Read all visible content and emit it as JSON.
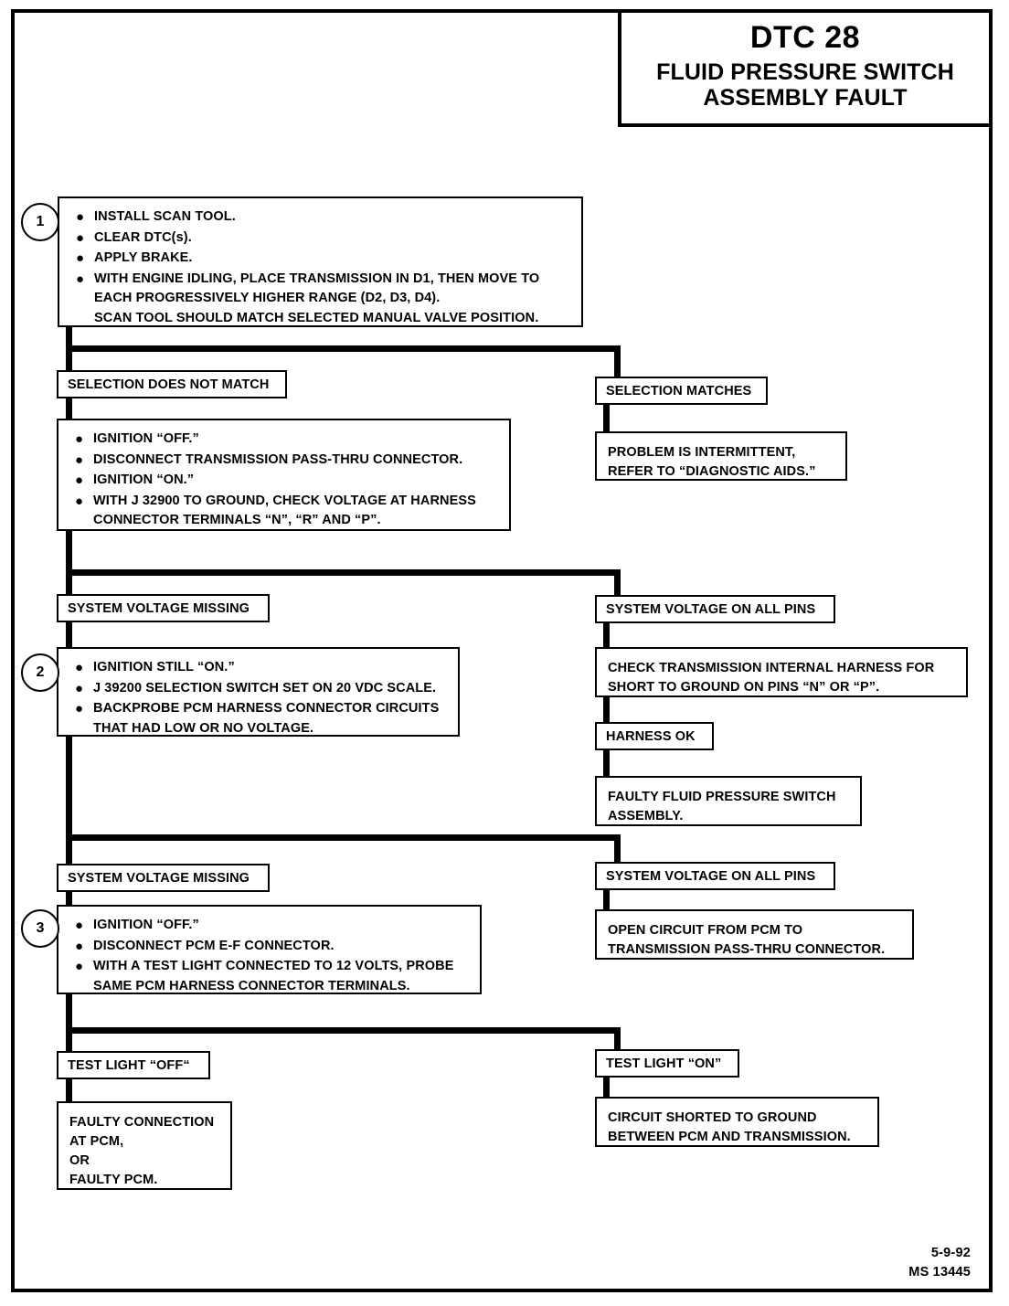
{
  "document": {
    "title_code": "DTC 28",
    "title_line1": "FLUID PRESSURE SWITCH",
    "title_line2": "ASSEMBLY FAULT",
    "footer_date": "5-9-92",
    "footer_id": "MS 13445"
  },
  "steps": {
    "one": "1",
    "two": "2",
    "three": "3"
  },
  "step1_box": {
    "bullets": [
      [
        "INSTALL SCAN TOOL."
      ],
      [
        "CLEAR DTC(s)."
      ],
      [
        "APPLY BRAKE."
      ],
      [
        "WITH ENGINE IDLING, PLACE TRANSMISSION IN D1, THEN MOVE TO",
        "EACH PROGRESSIVELY HIGHER RANGE (D2, D3, D4).",
        "SCAN TOOL SHOULD MATCH SELECTED MANUAL VALVE POSITION."
      ]
    ]
  },
  "branch1": {
    "left_label": "SELECTION DOES NOT MATCH",
    "right_label": "SELECTION MATCHES",
    "right_result": [
      "PROBLEM IS INTERMITTENT,",
      "REFER TO “DIAGNOSTIC AIDS.”"
    ]
  },
  "step1b_box": {
    "bullets": [
      [
        "IGNITION “OFF.”"
      ],
      [
        "DISCONNECT TRANSMISSION PASS-THRU CONNECTOR."
      ],
      [
        "IGNITION “ON.”"
      ],
      [
        "WITH J 32900 TO GROUND, CHECK VOLTAGE AT HARNESS",
        "CONNECTOR TERMINALS “N”, “R” AND “P”."
      ]
    ]
  },
  "branch2": {
    "left_label": "SYSTEM VOLTAGE MISSING",
    "right_label": "SYSTEM VOLTAGE ON ALL PINS",
    "right_check": [
      "CHECK TRANSMISSION INTERNAL HARNESS FOR",
      "SHORT TO GROUND ON PINS “N” OR “P”."
    ],
    "right_harness_ok": "HARNESS OK",
    "right_result": [
      "FAULTY FLUID PRESSURE SWITCH",
      "ASSEMBLY."
    ]
  },
  "step2_box": {
    "bullets": [
      [
        "IGNITION STILL “ON.”"
      ],
      [
        "J 39200 SELECTION SWITCH SET ON 20 VDC SCALE."
      ],
      [
        "BACKPROBE PCM HARNESS CONNECTOR CIRCUITS",
        "THAT HAD LOW OR NO VOLTAGE."
      ]
    ]
  },
  "branch3": {
    "left_label": "SYSTEM VOLTAGE MISSING",
    "right_label": "SYSTEM VOLTAGE ON ALL PINS",
    "right_result": [
      "OPEN CIRCUIT FROM PCM TO",
      "TRANSMISSION PASS-THRU CONNECTOR."
    ]
  },
  "step3_box": {
    "bullets": [
      [
        "IGNITION “OFF.”"
      ],
      [
        "DISCONNECT PCM E-F CONNECTOR."
      ],
      [
        "WITH A TEST LIGHT CONNECTED TO 12 VOLTS, PROBE",
        "SAME PCM HARNESS CONNECTOR TERMINALS."
      ]
    ]
  },
  "branch4": {
    "left_label": "TEST LIGHT “OFF“",
    "right_label": "TEST LIGHT “ON”",
    "left_result": [
      "FAULTY CONNECTION",
      "AT PCM,",
      "OR",
      "FAULTY PCM."
    ],
    "right_result": [
      "CIRCUIT SHORTED TO GROUND",
      "BETWEEN PCM AND TRANSMISSION."
    ]
  },
  "colors": {
    "ink": "#000000",
    "paper": "#ffffff"
  }
}
